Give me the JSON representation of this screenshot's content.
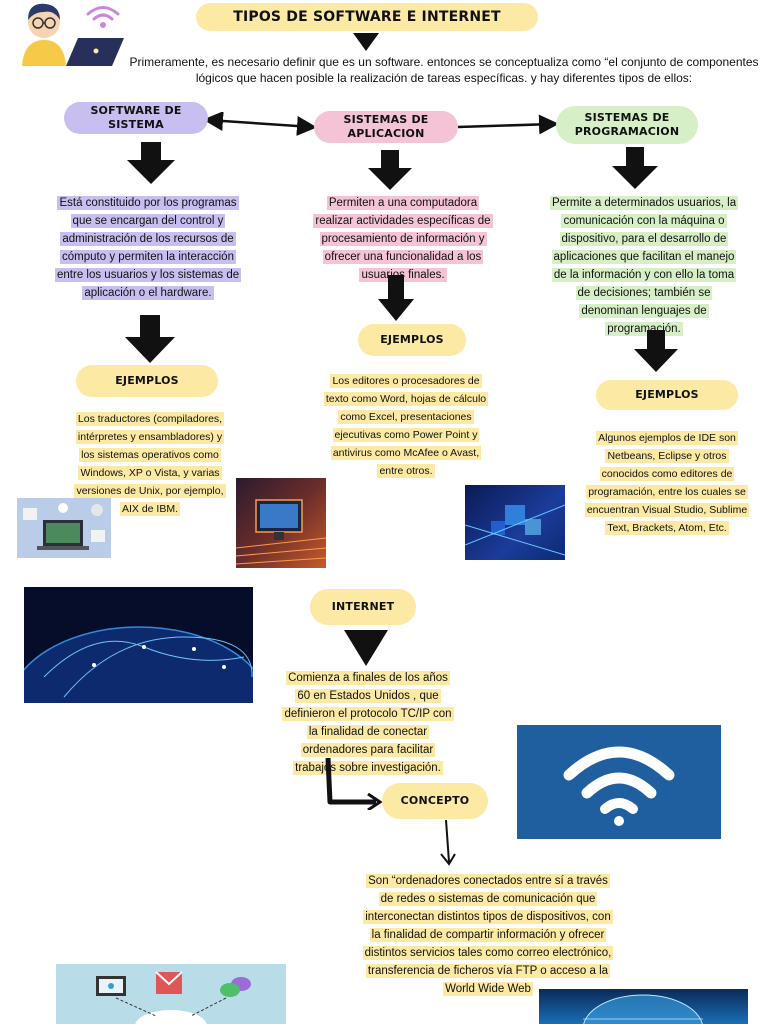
{
  "header": {
    "title": "TIPOS DE SOFTWARE E INTERNET",
    "intro": "Primeramente, es necesario definir que es un software. entonces  se conceptualiza como “el conjunto de componentes lógicos que hacen posible la realización de tareas específicas. y hay diferentes tipos de ellos:"
  },
  "columns": {
    "sistema": {
      "title": "SOFTWARE DE SISTEMA",
      "description": "Está constituido por los programas que se encargan del control y administración de los recursos de cómputo y  permiten la interacción entre los usuarios y los sistemas de aplicación o el hardware.",
      "examples_label": "EJEMPLOS",
      "examples": "Los traductores (compiladores, intérpretes y ensambladores) y los sistemas operativos como Windows, XP o Vista, y varias versiones de Unix, por ejemplo, AIX de IBM."
    },
    "aplicacion": {
      "title": "SISTEMAS DE APLICACION",
      "description": "Permiten a una computadora realizar actividades específicas de procesamiento de información y ofrecer una funcionalidad a los usuarios finales.",
      "examples_label": "EJEMPLOS",
      "examples": "Los editores o procesadores de texto como Word, hojas de cálculo como Excel, presentaciones ejecutivas como Power Point y antivirus como McAfee o Avast, entre otros."
    },
    "programacion": {
      "title": "SISTEMAS DE PROGRAMACION",
      "description": "Permite a determinados usuarios, la comunicación con la máquina o dispositivo, para el desarrollo de aplicaciones que facilitan el manejo de la información y con ello la toma de decisiones; también se denominan lenguajes de programación.",
      "examples_label": "EJEMPLOS",
      "examples": "Algunos ejemplos de IDE son Netbeans, Eclipse y otros conocidos como editores de programación, entre los cuales se encuentran Visual Studio, Sublime Text, Brackets, Atom, Etc."
    }
  },
  "internet": {
    "title": "INTERNET",
    "history": "Comienza a finales de los años 60 en Estados Unidos , que definieron el protocolo TC/IP con la finalidad de conectar ordenadores para facilitar trabajos sobre investigación.",
    "concept_label": "CONCEPTO",
    "concept": "Son “ordenadores conectados entre sí a través de redes o sistemas de comunicación que interconectan distintos tipos de dispositivos, con la finalidad de compartir información y ofrecer distintos servicios tales como correo electrónico, transferencia de ficheros vía FTP o acceso a la World Wide Web"
  },
  "icons": {
    "wifi": "wifi-icon",
    "person": "person-with-laptop-icon"
  },
  "colors": {
    "yellow": "#fbe9a4",
    "purple": "#c8bff0",
    "pink": "#f4c3d6",
    "green": "#d6efc6",
    "wifi_panel": "#1f5fa0"
  }
}
